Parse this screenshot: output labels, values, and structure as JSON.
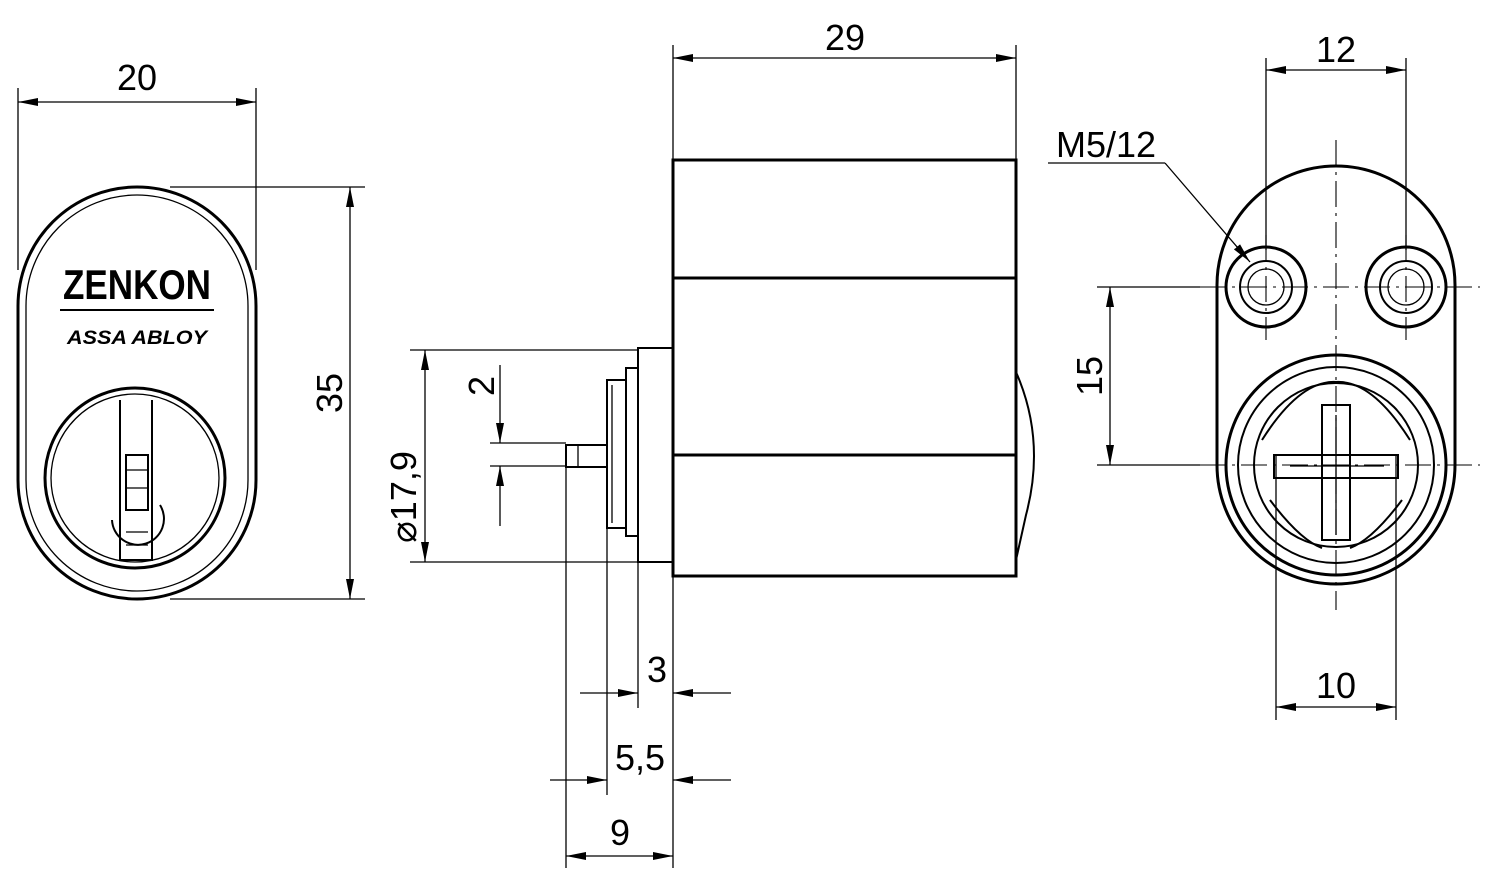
{
  "dimensions": {
    "front_width": "20",
    "front_height": "35",
    "body_length": "29",
    "shaft_offset": "2",
    "flange_diameter": "⌀17,9",
    "flange_3": "3",
    "flange_5_5": "5,5",
    "shaft_9": "9",
    "hole_spacing": "12",
    "thread_spec": "M5/12",
    "hole_to_center": "15",
    "bore_width": "10"
  },
  "brand": {
    "name": "ZENKON",
    "group": "ASSA ABLOY"
  }
}
